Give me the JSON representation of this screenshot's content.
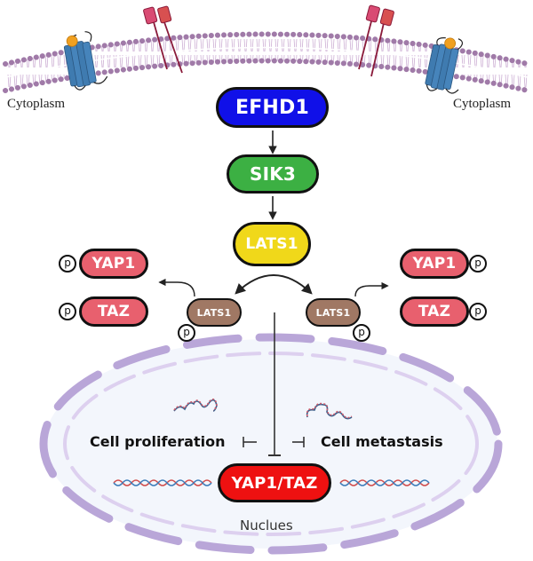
{
  "figure": {
    "type": "signaling-pathway-diagram",
    "compartments": {
      "cytoplasm_left": "Cytoplasm",
      "cytoplasm_right": "Cytoplasm",
      "nucleus": "Nuclues"
    },
    "nodes": {
      "efhd1": {
        "label": "EFHD1",
        "color": "#1010e8"
      },
      "sik3": {
        "label": "SIK3",
        "color": "#3cb043"
      },
      "lats1": {
        "label": "LATS1",
        "color": "#f0d81a"
      },
      "lats1_left": {
        "label": "LATS1",
        "color": "#a07864",
        "phospho": "p"
      },
      "lats1_right": {
        "label": "LATS1",
        "color": "#a07864",
        "phospho": "p"
      },
      "yap1_left": {
        "label": "YAP1",
        "color": "#e8606e",
        "phospho": "p"
      },
      "taz_left": {
        "label": "TAZ",
        "color": "#e8606e",
        "phospho": "p"
      },
      "yap1_right": {
        "label": "YAP1",
        "color": "#e8606e",
        "phospho": "p"
      },
      "taz_right": {
        "label": "TAZ",
        "color": "#e8606e",
        "phospho": "p"
      },
      "yap1_taz": {
        "label": "YAP1/TAZ",
        "color": "#ee1111"
      }
    },
    "outcomes": {
      "proliferation": "Cell proliferation",
      "metastasis": "Cell metastasis"
    },
    "edges": [
      {
        "from": "EFHD1",
        "to": "SIK3",
        "type": "activation"
      },
      {
        "from": "SIK3",
        "to": "LATS1",
        "type": "activation"
      },
      {
        "from": "LATS1",
        "to": "p-LATS1 (left)",
        "type": "activation"
      },
      {
        "from": "LATS1",
        "to": "p-LATS1 (right)",
        "type": "activation"
      },
      {
        "from": "p-LATS1 (left)",
        "to": "p-YAP1 / p-TAZ (left)",
        "type": "activation"
      },
      {
        "from": "p-LATS1 (right)",
        "to": "YAP1-p / TAZ-p (right)",
        "type": "activation"
      },
      {
        "from": "LATS1",
        "to": "YAP1/TAZ",
        "type": "inhibition"
      },
      {
        "from": "YAP1/TAZ",
        "to": "Cell proliferation",
        "type": "inhibition"
      },
      {
        "from": "YAP1/TAZ",
        "to": "Cell metastasis",
        "type": "inhibition"
      }
    ],
    "colors": {
      "membrane": "#a07aa8",
      "receptor": "#3f7bb0",
      "ligand": "#f0a020",
      "nuclear_envelope": "#b9a6d8",
      "nucleus_fill": "#f3f6fc"
    }
  }
}
